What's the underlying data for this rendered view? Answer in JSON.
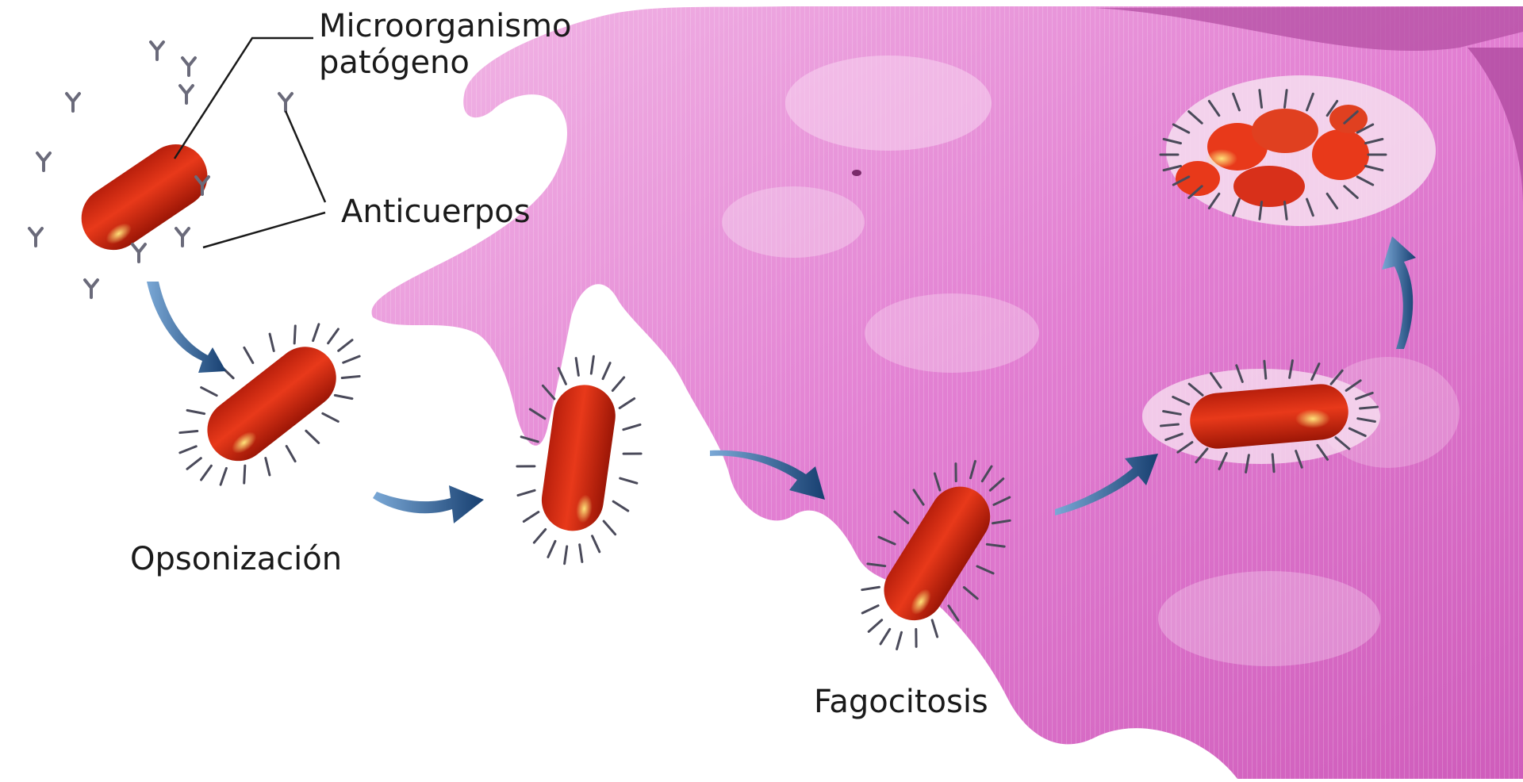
{
  "labels": {
    "microorganism_line1": "Microorganismo",
    "microorganism_line2": "patógeno",
    "antibodies": "Anticuerpos",
    "opsonization": "Opsonización",
    "phagocytosis": "Fagocitosis"
  },
  "colors": {
    "cell": "#e27fd2",
    "cell_light": "#f3c4ea",
    "cell_dark": "#b04aa0",
    "bacterium": "#e8391a",
    "bacterium_dark": "#a81a08",
    "bacterium_glow": "#ffd34a",
    "antibody": "#6a6a7a",
    "arrow": "#1d4f86",
    "arrow_light": "#5b8fc4"
  }
}
